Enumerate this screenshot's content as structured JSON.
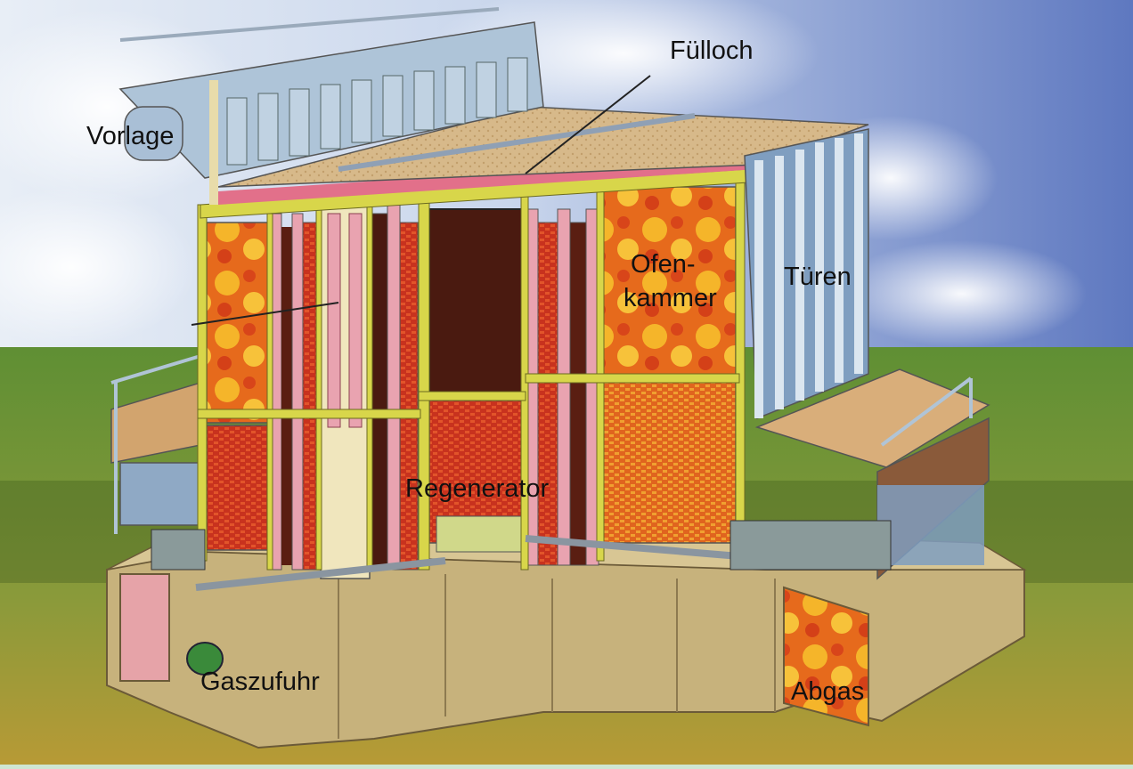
{
  "labels": {
    "fuelloch": "Fülloch",
    "vorlage": "Vorlage",
    "ofen_line1": "Ofen-",
    "ofen_line2": "kammer",
    "tueren": "Türen",
    "regenerator": "Regenerator",
    "gaszufuhr": "Gaszufuhr",
    "abgas": "Abgas"
  },
  "colors": {
    "sky": "#7a92c8",
    "ground": "#6f9a3a",
    "foundation": "#c9b37e",
    "brick_red": "#c9301f",
    "fire_orange": "#e8781e",
    "frame_yellow": "#d8d64a",
    "pipe_blue": "#aec4d8",
    "coke_dark": "#4a1a10",
    "pink": "#e9a3b0"
  }
}
